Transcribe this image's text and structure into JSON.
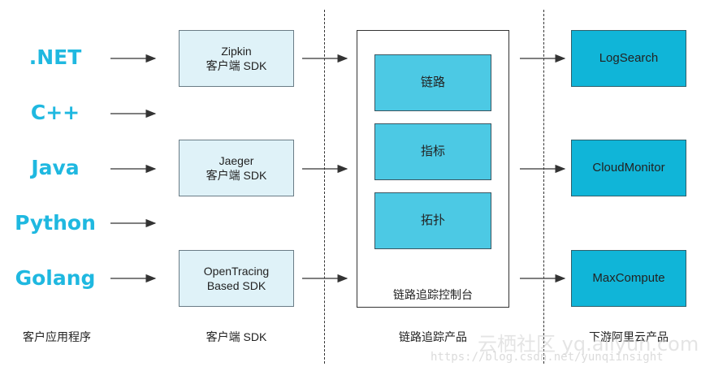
{
  "colors": {
    "lang_text": "#1fb8e0",
    "sdk_fill": "#dff2f8",
    "inner_fill": "#4cc9e4",
    "output_fill": "#10b5d8",
    "arrow": "#333333",
    "watermark": "#cfcfcf"
  },
  "languages": [
    ".NET",
    "C++",
    "Java",
    "Python",
    "Golang"
  ],
  "sdks": [
    {
      "line1": "Zipkin",
      "line2": "客户端 SDK"
    },
    {
      "line1": "Jaeger",
      "line2": "客户端 SDK"
    },
    {
      "line1": "OpenTracing",
      "line2": "Based SDK"
    }
  ],
  "console": {
    "items": [
      "链路",
      "指标",
      "拓扑"
    ],
    "label": "链路追踪控制台"
  },
  "outputs": [
    "LogSearch",
    "CloudMonitor",
    "MaxCompute"
  ],
  "column_labels": [
    "客户应用程序",
    "客户端 SDK",
    "链路追踪产品",
    "下游阿里云产品"
  ],
  "watermark": {
    "logo_text": "云栖社区 yq.aliyun.com",
    "url": "https://blog.csdn.net/yunqiinsight"
  }
}
